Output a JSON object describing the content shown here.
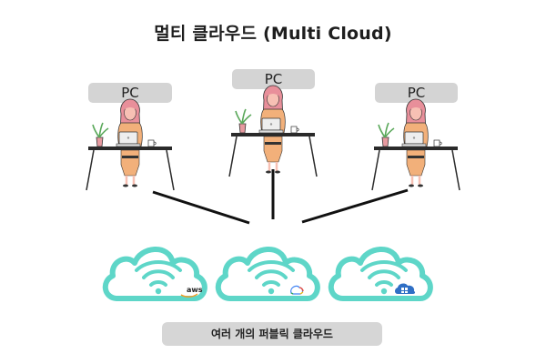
{
  "title": "멀티 클라우드 (Multi Cloud)",
  "pcs": [
    {
      "label": "PC"
    },
    {
      "label": "PC"
    },
    {
      "label": "PC"
    }
  ],
  "clouds": [
    {
      "badge_text": "aws",
      "badge_icon": "aws-logo-icon"
    },
    {
      "badge_text": "",
      "badge_icon": "google-cloud-logo-icon"
    },
    {
      "badge_text": "",
      "badge_icon": "azure-logo-icon"
    }
  ],
  "bottom_label": "여러 개의 퍼블릭 클라우드",
  "colors": {
    "cloud_stroke": "#5ed6c8",
    "label_bg": "#d4d4d4",
    "skin": "#f7c0b4",
    "hair": "#e88f9a",
    "shirt": "#f2b07a",
    "plant_pot": "#e79aa0"
  }
}
